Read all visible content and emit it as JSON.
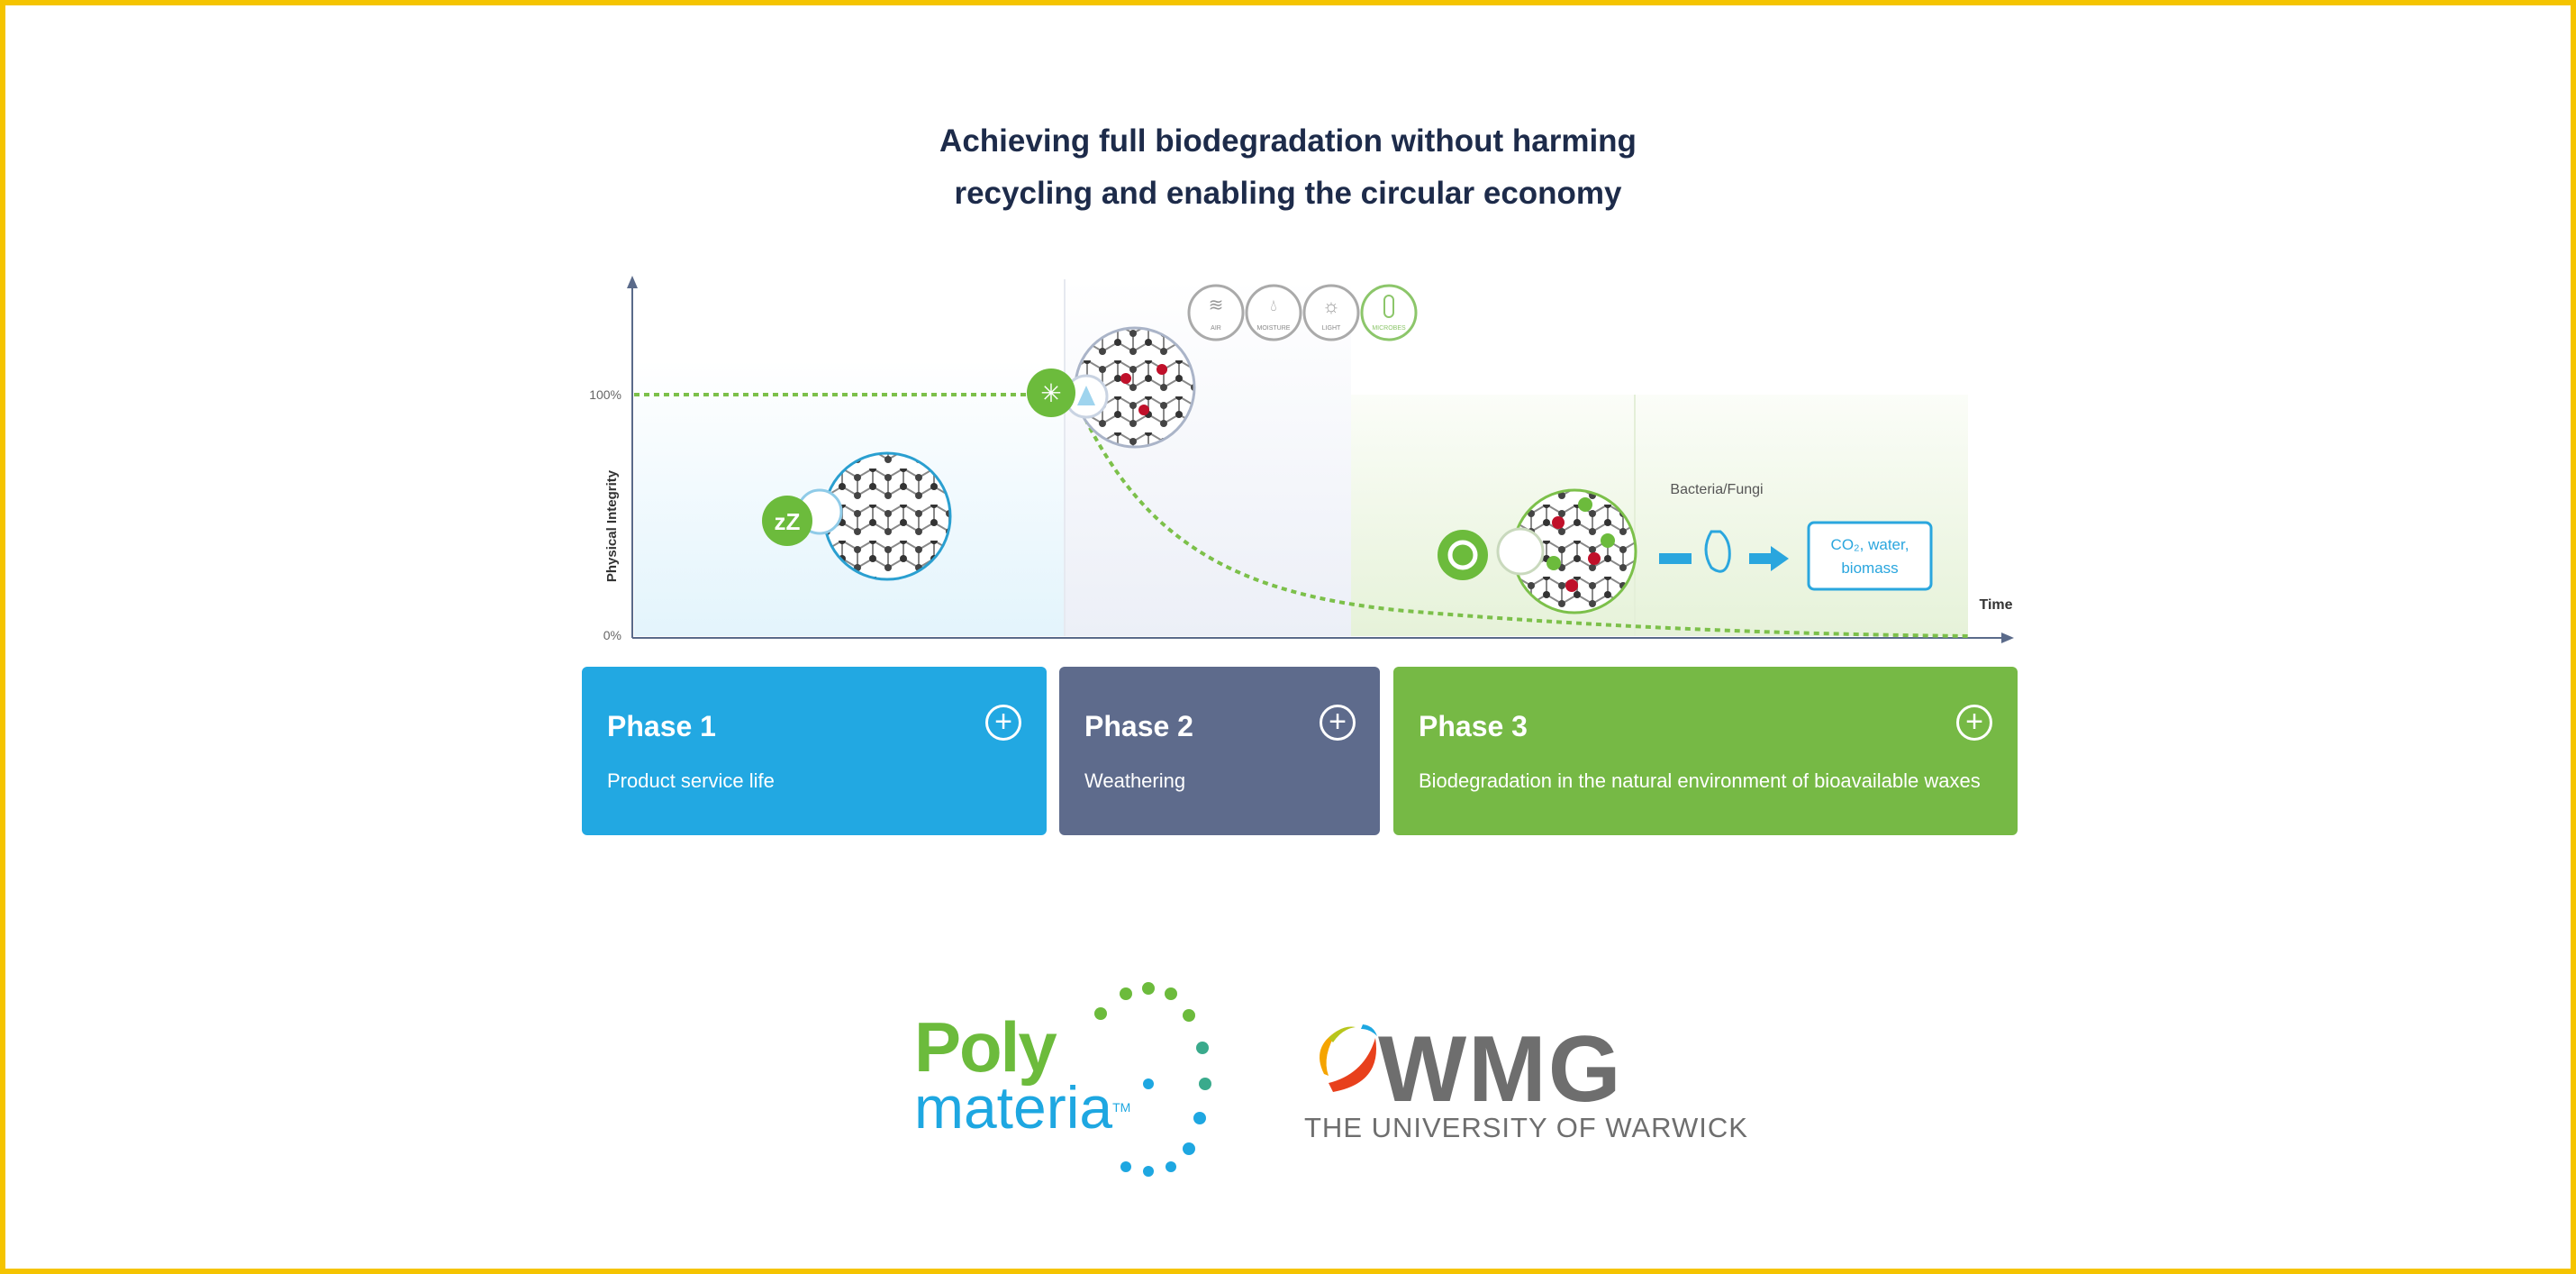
{
  "title": {
    "line1": "Achieving full biodegradation without harming",
    "line2": "recycling and enabling the circular economy"
  },
  "diagram": {
    "y_axis_label": "Physical Integrity",
    "y_top": "100%",
    "y_bottom": "0%",
    "x_axis_label": "Time",
    "factors": [
      "AIR",
      "MOISTURE",
      "LIGHT",
      "MICROBES"
    ],
    "bacteria_label": "Bacteria/Fungi",
    "output_line1": "CO₂, water,",
    "output_line2": "biomass"
  },
  "phases": [
    {
      "title": "Phase 1",
      "subtitle": "Product service life",
      "expand": "+"
    },
    {
      "title": "Phase 2",
      "subtitle": "Weathering",
      "expand": "+"
    },
    {
      "title": "Phase 3",
      "subtitle": "Biodegradation in the natural environment of bioavailable waxes",
      "expand": "+"
    }
  ],
  "logos": {
    "polymateria_line1": "Poly",
    "polymateria_line2": "materia",
    "polymateria_tm": "TM",
    "wmg": "WMG",
    "wmg_sub": "THE UNIVERSITY OF WARWICK"
  },
  "colors": {
    "border": "#f5c400",
    "phase1": "#22a8e2",
    "phase2": "#5e6b8c",
    "phase3": "#76b945",
    "title": "#1d2b4a"
  }
}
